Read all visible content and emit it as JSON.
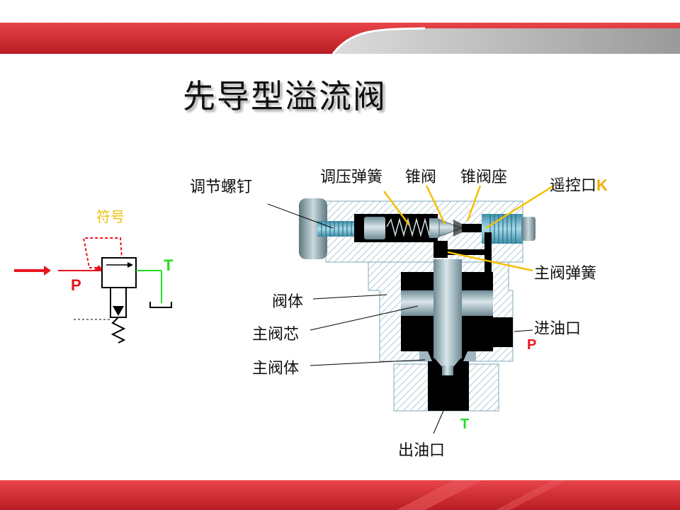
{
  "slide": {
    "title": "先导型溢流阀"
  },
  "symbol": {
    "title": "符号",
    "port_p": "P",
    "port_t": "T"
  },
  "labels": {
    "adjust_screw": "调节螺钉",
    "pressure_spring": "调压弹簧",
    "cone_valve": "锥阀",
    "cone_seat": "锥阀座",
    "remote_port": "遥控口",
    "remote_port_k": "K",
    "main_spring": "主阀弹簧",
    "valve_body": "阀体",
    "main_spool": "主阀芯",
    "main_body": "主阀体",
    "inlet": "进油口",
    "inlet_p": "P",
    "outlet": "出油口",
    "outlet_t": "T"
  },
  "colors": {
    "brand_red": "#d9262c",
    "port_p": "#e8141e",
    "port_t": "#22dd22",
    "leader": "#f5c000",
    "spool": "#9fb7c0",
    "hatch": "#7fa8b8"
  }
}
